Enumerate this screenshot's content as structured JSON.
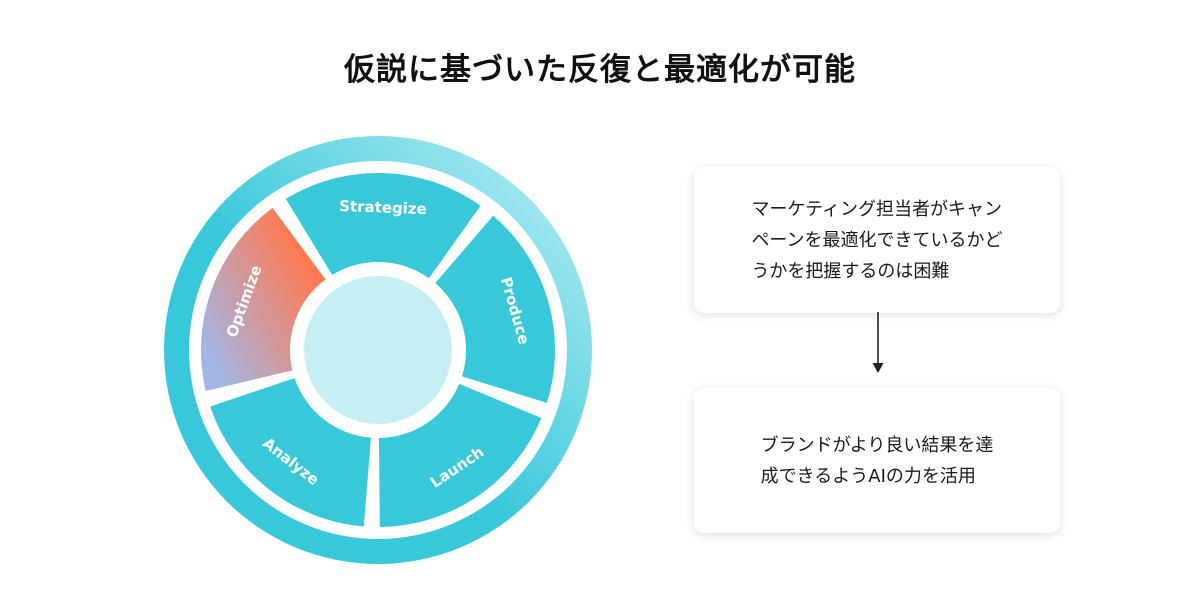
{
  "title": "仮説に基づいた反復と最適化が可能",
  "cycle": {
    "segments": [
      {
        "label": "Strategize",
        "highlight": false
      },
      {
        "label": "Produce",
        "highlight": false
      },
      {
        "label": "Launch",
        "highlight": false
      },
      {
        "label": "Analyze",
        "highlight": false
      },
      {
        "label": "Optimize",
        "highlight": true
      }
    ]
  },
  "cards": [
    {
      "lines": [
        "マーケティング担当者がキャン",
        "ペーンを最適化できているかど",
        "うかを把握するのは困難"
      ]
    },
    {
      "lines": [
        "ブランドがより良い結果を達",
        "成できるようAIの力を活用"
      ]
    }
  ],
  "colors": {
    "segment": "#39C8DA",
    "outer_ring_light": "#BFF0F5",
    "outer_ring_dark": "#39C8DA",
    "hub": "#C6EFF4",
    "highlight_start": "#FF7A52",
    "highlight_end": "#A3B6E6"
  }
}
